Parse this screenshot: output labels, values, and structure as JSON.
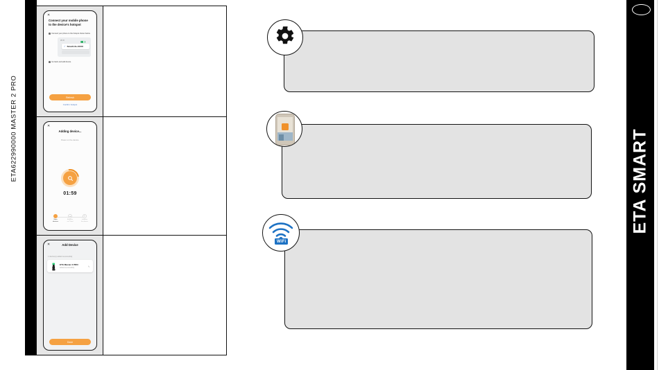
{
  "product": {
    "left_code": "ETA622990000 MASTER 2 PRO",
    "brand": "ETA SMART"
  },
  "table": {
    "rows": [
      {
        "name": "row-hotspot"
      },
      {
        "name": "row-adding"
      },
      {
        "name": "row-added"
      }
    ]
  },
  "phone_screens": [
    {
      "close_icon": "✕",
      "title": "Connect your mobile phone to the device's hotspot",
      "step1": "Connect your phone to the hotspot shown below.",
      "step2": "Go back and add device.",
      "wifi_label": "Wi-Fi",
      "wifi_ssid": "SmartLife-XXXX",
      "check_icon": "✓",
      "primary_button": "Refresh",
      "link": "Confirm hotspot"
    },
    {
      "close_icon": "✕",
      "title": "Adding device...",
      "subtitle": "Power on the device.",
      "timer": "01:59",
      "search_icon": "search-icon",
      "steps": [
        {
          "label": "Scan\ndevices",
          "state": "active",
          "glyph": ""
        },
        {
          "label": "Register\non Cloud",
          "state": "pending",
          "glyph": "☁"
        },
        {
          "label": "Initialize\nthe device",
          "state": "pending",
          "glyph": "↻"
        }
      ]
    },
    {
      "close_icon": "✕",
      "title": "Add Device",
      "hint": "1 device(s) added successfully",
      "device_name": "ETA Master 2 PRO",
      "device_status": "Added successfully",
      "edit_icon": "✎",
      "primary_button": "Done"
    }
  ],
  "callouts": [
    {
      "icon": "gear-icon",
      "text": ""
    },
    {
      "icon": "phone-photo-icon",
      "text": ""
    },
    {
      "icon": "wifi-icon",
      "badge_label": "WiFi",
      "text": ""
    }
  ],
  "colors": {
    "accent_orange": "#F5A142",
    "wifi_blue": "#1d72c4",
    "toggle_green": "#33b26a",
    "callout_gray": "#e3e3e3",
    "panel_gray": "#e6e6e6"
  }
}
